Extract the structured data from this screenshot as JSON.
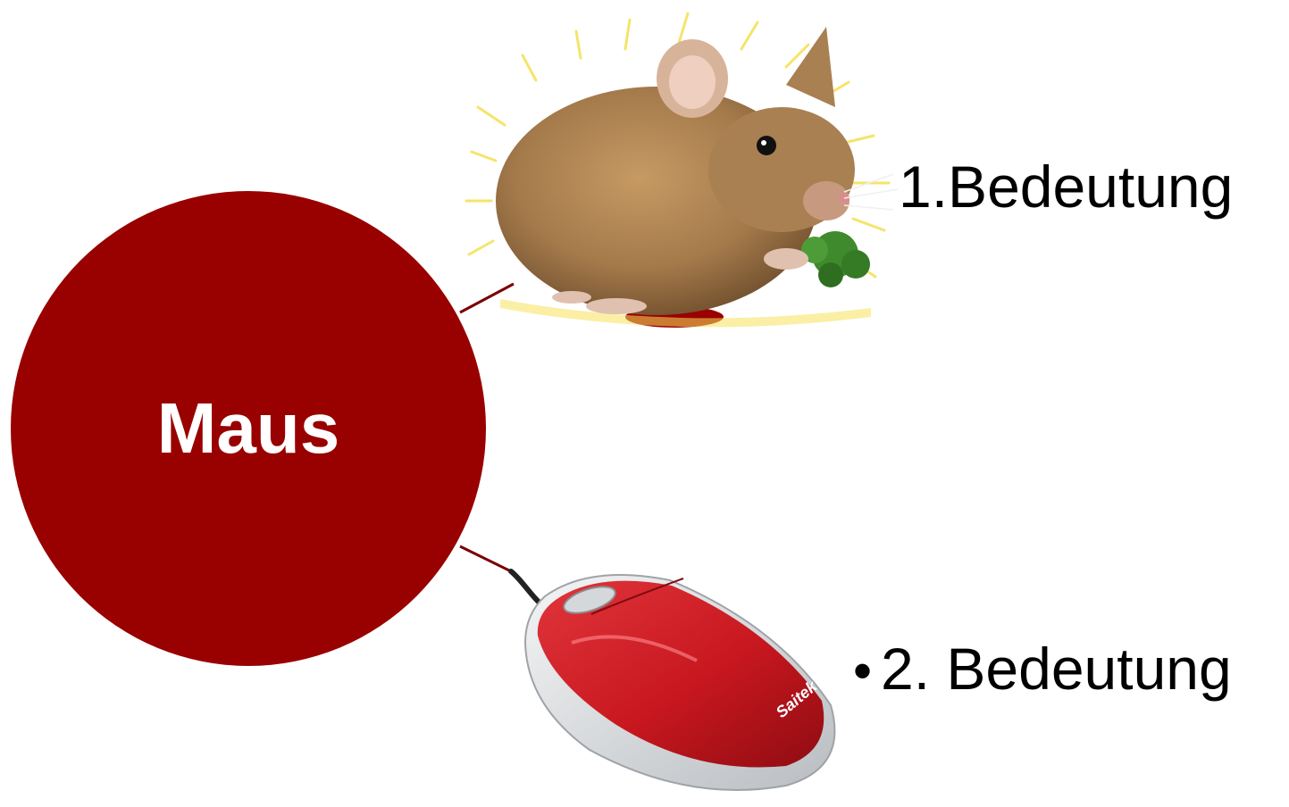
{
  "colors": {
    "circle": "#990000",
    "connector": "#7a0000",
    "mouse_body_red": "#c8171f",
    "mouse_shell": "#dfe2e4",
    "rodent_fur": "#a47a4b",
    "halo": "#f5e25a",
    "broccoli": "#3f8a2d"
  },
  "center": {
    "label": "Maus"
  },
  "meanings": [
    {
      "label": "1.Bedeutung",
      "image": "rodent-mouse"
    },
    {
      "label": "2. Bedeutung",
      "bullet": "•",
      "image": "computer-mouse"
    }
  ],
  "logo_text": "Saitek"
}
